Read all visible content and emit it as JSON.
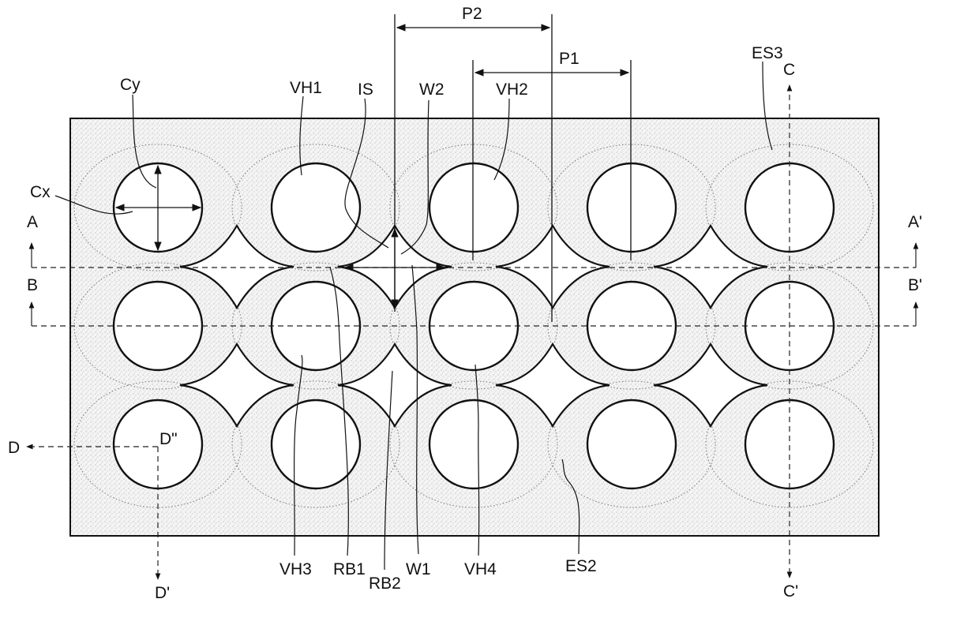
{
  "figure": {
    "labels": {
      "P2": "P2",
      "P1": "P1",
      "ES3": "ES3",
      "C": "C",
      "C_prime": "C'",
      "Cy": "Cy",
      "Cx": "Cx",
      "VH1": "VH1",
      "IS": "IS",
      "W2": "W2",
      "VH2": "VH2",
      "A": "A",
      "A_prime": "A'",
      "B": "B",
      "B_prime": "B'",
      "D": "D",
      "D_double_prime": "D\"",
      "D_prime": "D'",
      "VH3": "VH3",
      "RB1": "RB1",
      "RB2": "RB2",
      "W1": "W1",
      "VH4": "VH4",
      "ES2": "ES2"
    },
    "grid": {
      "rows": 3,
      "cols": 5
    },
    "colors": {
      "stroke": "#111111",
      "background": "#ffffff",
      "stipple": "#888888"
    }
  }
}
